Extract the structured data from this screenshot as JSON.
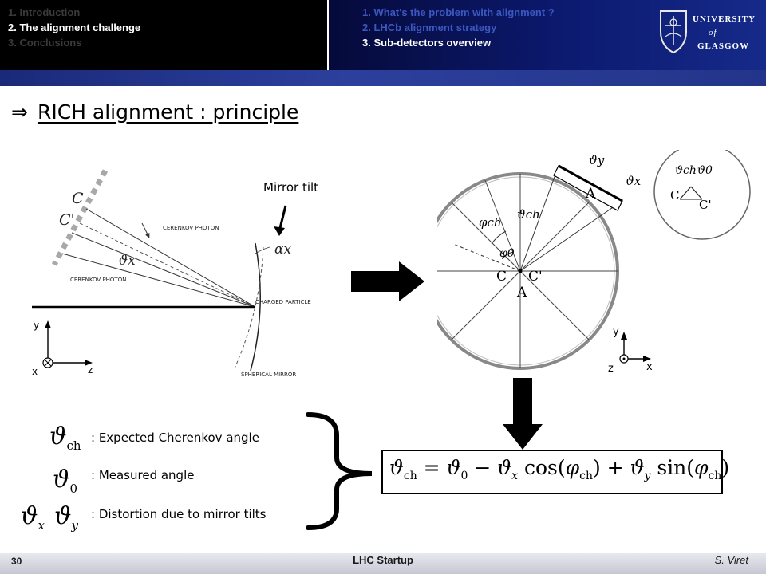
{
  "nav": {
    "sections": [
      {
        "label": "1. Introduction",
        "active": false
      },
      {
        "label": "2. The alignment challenge",
        "active": true
      },
      {
        "label": "3. Conclusions",
        "active": false
      }
    ],
    "subsections": [
      {
        "label": "1. What's the problem with alignment ?",
        "active": false
      },
      {
        "label": "2. LHCb alignment strategy",
        "active": false
      },
      {
        "label": "3. Sub-detectors overview",
        "active": true
      }
    ]
  },
  "logo": {
    "line1": "UNIVERSITY",
    "line2": "of",
    "line3": "GLASGOW"
  },
  "title": {
    "arrow": "⇒",
    "text": "RICH alignment : principle"
  },
  "left_figure": {
    "mirror_label": "Mirror tilt",
    "photon_label_1": "CERENKOV PHOTON",
    "photon_label_2": "CERENKOV PHOTON",
    "particle_label": "CHARGED PARTICLE",
    "mirror_name": "SPHERICAL MIRROR",
    "label_c": "C",
    "label_c_prime": "C'",
    "label_theta_x": "ϑx",
    "label_alpha_x": "αx",
    "axis_y": "y",
    "axis_x": "x",
    "axis_z": "z"
  },
  "right_figure": {
    "label_theta_y": "ϑy",
    "label_theta_x": "ϑx",
    "label_a_top": "A",
    "label_phi_ch": "φch",
    "label_theta_ch": "ϑch",
    "label_phi_0": "φ0",
    "label_c": "C",
    "label_c_prime": "C'",
    "label_a_bottom": "A",
    "inset_theta_ch": "ϑch",
    "inset_theta_0": "ϑ0",
    "inset_c": "C",
    "inset_c_prime": "C'",
    "axis_y": "y",
    "axis_x": "x",
    "axis_z": "z"
  },
  "legend": {
    "items": [
      {
        "symbol": "ϑ",
        "sub": "ch",
        "text": ": Expected Cherenkov angle"
      },
      {
        "symbol": "ϑ",
        "sub": "0",
        "text": ": Measured angle"
      },
      {
        "symbol": "ϑ",
        "sub": "x",
        "symbol2": "ϑ",
        "sub2": "y",
        "text": ": Distortion due to mirror tilts"
      }
    ]
  },
  "formula": {
    "lhs_sym": "ϑ",
    "lhs_sub": "ch",
    "eq": " = ",
    "t1_sym": "ϑ",
    "t1_sub": "0",
    "minus": " − ",
    "t2_sym": "ϑ",
    "t2_sub": "x",
    "cos": " cos(",
    "phi1": "φ",
    "phi1_sub": "ch",
    "close1": ") + ",
    "t3_sym": "ϑ",
    "t3_sub": "y",
    "sin": " sin(",
    "phi2": "φ",
    "phi2_sub": "ch",
    "close2": ")"
  },
  "footer": {
    "page": "30",
    "title": "LHC Startup",
    "author": "S. Viret"
  }
}
